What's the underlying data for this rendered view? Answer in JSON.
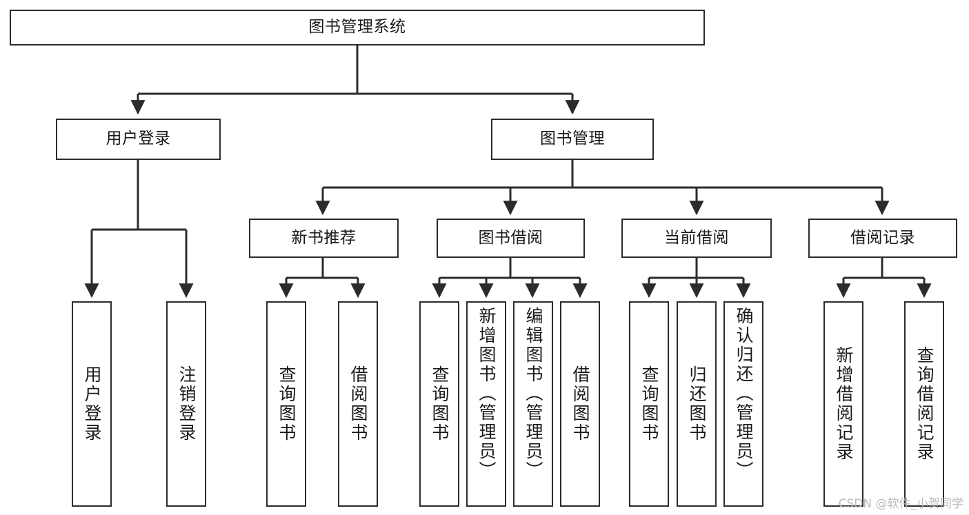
{
  "diagram": {
    "type": "tree-hierarchy",
    "title": "图书管理系统",
    "watermark": "CSDN @软件_小贺同学",
    "colors": {
      "background": "#ffffff",
      "stroke": "#2b2b2b",
      "text": "#1a1a1a",
      "watermark": "#b9b9b9"
    },
    "nodes": {
      "root": {
        "label": "图书管理系统",
        "level": 0
      },
      "level1": [
        {
          "id": "user-login",
          "label": "用户登录"
        },
        {
          "id": "book-manage",
          "label": "图书管理"
        }
      ],
      "level2": [
        {
          "id": "new-book-recommend",
          "label": "新书推荐",
          "parent": "book-manage"
        },
        {
          "id": "book-borrow",
          "label": "图书借阅",
          "parent": "book-manage"
        },
        {
          "id": "current-borrow",
          "label": "当前借阅",
          "parent": "book-manage"
        },
        {
          "id": "borrow-record",
          "label": "借阅记录",
          "parent": "book-manage"
        }
      ],
      "leaves": {
        "user-login": [
          {
            "id": "leaf-user-login",
            "label": "用户登录"
          },
          {
            "id": "leaf-logout",
            "label": "注销登录"
          }
        ],
        "new-book-recommend": [
          {
            "id": "leaf-query-book-1",
            "label": "查询图书"
          },
          {
            "id": "leaf-borrow-book-1",
            "label": "借阅图书"
          }
        ],
        "book-borrow": [
          {
            "id": "leaf-query-book-2",
            "label": "查询图书"
          },
          {
            "id": "leaf-add-book",
            "label": "新增图书（管理员）"
          },
          {
            "id": "leaf-edit-book",
            "label": "编辑图书（管理员）"
          },
          {
            "id": "leaf-borrow-book-2",
            "label": "借阅图书"
          }
        ],
        "current-borrow": [
          {
            "id": "leaf-query-book-3",
            "label": "查询图书"
          },
          {
            "id": "leaf-return-book",
            "label": "归还图书"
          },
          {
            "id": "leaf-confirm-return",
            "label": "确认归还（管理员）"
          }
        ],
        "borrow-record": [
          {
            "id": "leaf-add-record",
            "label": "新增借阅记录"
          },
          {
            "id": "leaf-query-record",
            "label": "查询借阅记录"
          }
        ]
      }
    }
  }
}
